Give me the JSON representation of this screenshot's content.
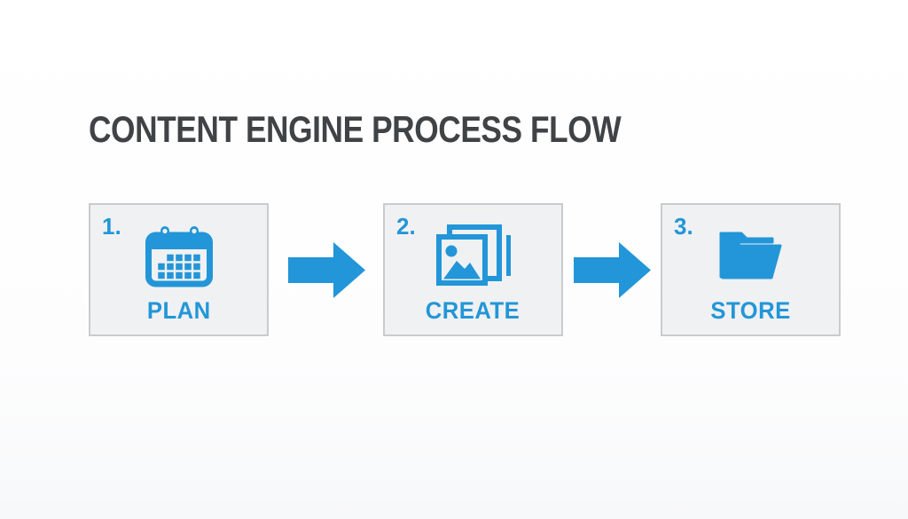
{
  "title": "CONTENT ENGINE PROCESS FLOW",
  "steps": [
    {
      "number": "1.",
      "label": "PLAN",
      "icon": "calendar-icon"
    },
    {
      "number": "2.",
      "label": "CREATE",
      "icon": "photos-icon"
    },
    {
      "number": "3.",
      "label": "STORE",
      "icon": "folder-icon"
    }
  ],
  "connectors": [
    {
      "icon": "arrow-right-icon"
    },
    {
      "icon": "arrow-right-icon"
    }
  ],
  "colors": {
    "accent_blue": "#2296d8",
    "title_text": "#404346",
    "box_fill": "#f0f1f2",
    "box_border": "#c9cccd",
    "background": "#fefefe"
  }
}
